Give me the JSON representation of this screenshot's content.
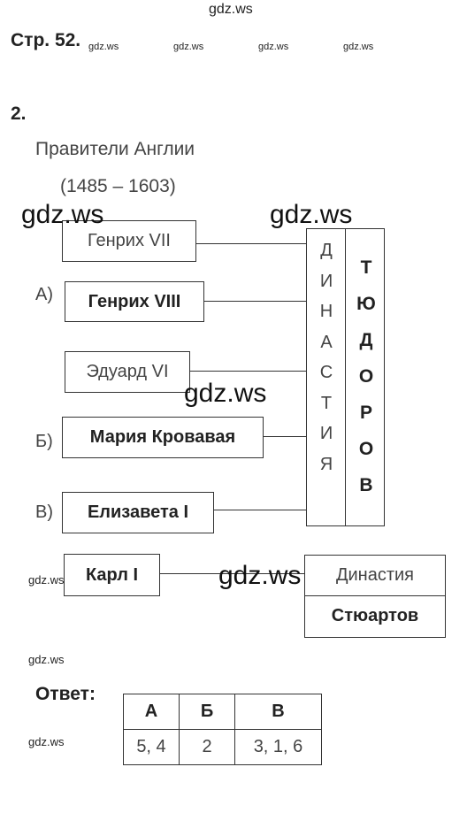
{
  "watermarks": {
    "top": "gdz.ws",
    "header_1": "gdz.ws",
    "header_2": "gdz.ws",
    "header_3": "gdz.ws",
    "header_4": "gdz.ws",
    "big_1": "gdz.ws",
    "big_2": "gdz.ws",
    "big_3": "gdz.ws",
    "big_4": "gdz.ws",
    "side_1": "gdz.ws",
    "side_2": "gdz.ws",
    "side_3": "gdz.ws"
  },
  "page_title": "Стр. 52.",
  "task_number": "2.",
  "diagram": {
    "title_line1": "Правители Англии",
    "title_line2": "(1485 – 1603)",
    "rulers": [
      {
        "marker": "",
        "name": "Генрих VII"
      },
      {
        "marker": "А)",
        "name": "Генрих VIII"
      },
      {
        "marker": "",
        "name": "Эдуард VI"
      },
      {
        "marker": "Б)",
        "name": "Мария Кровавая"
      },
      {
        "marker": "В)",
        "name": "Елизавета I"
      }
    ],
    "dynasty_word": [
      "Д",
      "И",
      "Н",
      "А",
      "С",
      "Т",
      "И",
      "Я"
    ],
    "dynasty_name": [
      "Т",
      "Ю",
      "Д",
      "О",
      "Р",
      "О",
      "В"
    ],
    "next_ruler": "Карл I",
    "next_dynasty_line1": "Династия",
    "next_dynasty_line2": "Стюартов"
  },
  "answer": {
    "label": "Ответ:",
    "headers": [
      "А",
      "Б",
      "В"
    ],
    "values": [
      "5, 4",
      "2",
      "3, 1, 6"
    ]
  }
}
